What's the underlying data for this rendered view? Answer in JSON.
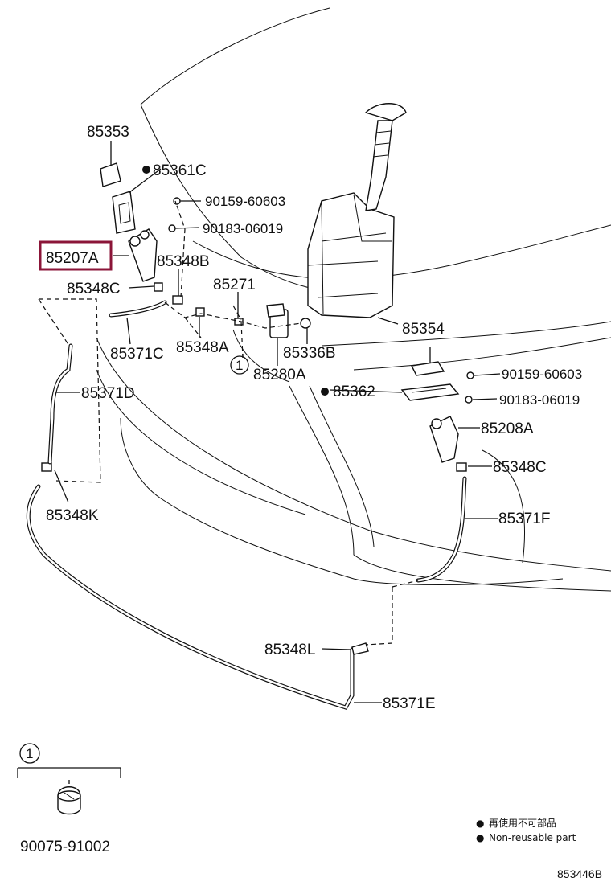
{
  "parts": {
    "p85353": "85353",
    "p85361c": "85361C",
    "p90159a": "90159-60603",
    "p90183a": "90183-06019",
    "p85207a": "85207A",
    "p85348b": "85348B",
    "p85348c_l": "85348C",
    "p85271": "85271",
    "p85371c": "85371C",
    "p85348a": "85348A",
    "p85336b": "85336B",
    "p85280a": "85280A",
    "p85354": "85354",
    "p90159b": "90159-60603",
    "p85362": "85362",
    "p90183b": "90183-06019",
    "p85371d": "85371D",
    "p85208a": "85208A",
    "p85348c_r": "85348C",
    "p85348k": "85348K",
    "p85371f": "85371F",
    "p85348l": "85348L",
    "p85371e": "85371E",
    "p90075": "90075-91002"
  },
  "callout_number": "1",
  "legend": {
    "bullet": "●",
    "jp": "再使用不可部品",
    "en": "Non-reusable part"
  },
  "diagram_code": "853446B",
  "highlight_color": "#8b1538"
}
